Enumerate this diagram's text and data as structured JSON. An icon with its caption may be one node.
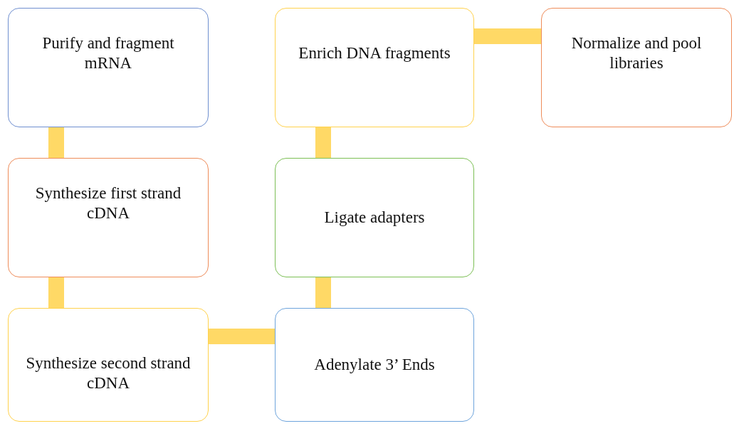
{
  "diagram": {
    "nodes": [
      {
        "text": [
          "Purify and fragment mRNA"
        ]
      },
      {
        "text": [
          "Synthesize first strand cDNA"
        ]
      },
      {
        "text": [
          "Synthesize second strand cDNA"
        ]
      },
      {
        "text": [
          "Adenylate 3’ Ends"
        ]
      },
      {
        "text": [
          "Ligate adapters"
        ]
      },
      {
        "text": [
          "Enrich DNA fragments"
        ]
      },
      {
        "text": [
          "Normalize and pool libraries"
        ]
      }
    ],
    "edges": [
      {
        "from": 0,
        "to": 1,
        "arrow": "none"
      },
      {
        "from": 1,
        "to": 2,
        "arrow": "none"
      },
      {
        "from": 2,
        "to": 3,
        "arrow": "none"
      },
      {
        "from": 3,
        "to": 4,
        "arrow": "none"
      },
      {
        "from": 4,
        "to": 5,
        "arrow": "none"
      },
      {
        "from": 5,
        "to": 6,
        "arrow": "none"
      }
    ]
  }
}
